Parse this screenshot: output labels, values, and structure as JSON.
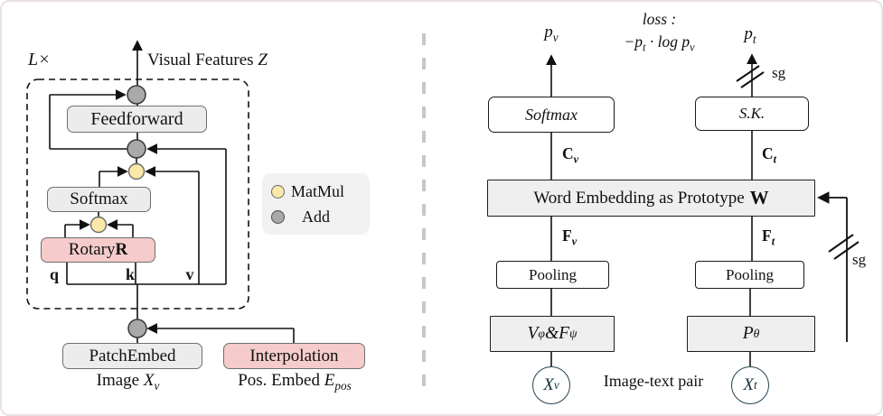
{
  "colors": {
    "box_gray_fill": "#ececec",
    "box_pink_fill": "#f5cbcb",
    "matmul_yellow": "#fbe7a7",
    "add_gray": "#a9a9a9",
    "io_circle_stroke": "#254450",
    "divider_gray": "#c7c7c7"
  },
  "left": {
    "loop_label": "L×",
    "output_label": {
      "text": "Visual Features ",
      "symbol": "Z"
    },
    "feedforward": "Feedforward",
    "softmax": "Softmax",
    "rotary": {
      "text": "Rotary ",
      "symbol": "R"
    },
    "q": "q",
    "k": "k",
    "v": "v",
    "patch_embed": "PatchEmbed",
    "interpolation": "Interpolation",
    "image_input": {
      "text": "Image ",
      "var": "X",
      "sub": "v"
    },
    "pos_embed": {
      "text": "Pos. Embed ",
      "var": "E",
      "sub": "pos"
    },
    "legend": {
      "matmul": "MatMul",
      "add": "Add"
    }
  },
  "right": {
    "p_v": {
      "base": "p",
      "sub": "v"
    },
    "p_t": {
      "base": "p",
      "sub": "t"
    },
    "loss": {
      "line1": "loss :",
      "neg": "−",
      "p1": "p",
      "p1_sub": "t",
      "mid": " · log ",
      "p2": "p",
      "p2_sub": "v"
    },
    "softmax_box": "Softmax",
    "sk_box": "S.K.",
    "sg_top": "sg",
    "sg_side": "sg",
    "c_v": {
      "base": "C",
      "sub": "v"
    },
    "c_t": {
      "base": "C",
      "sub": "t"
    },
    "w_box": {
      "text": "Word Embedding as Prototype ",
      "symbol": "W"
    },
    "f_v": {
      "base": "F",
      "sub": "v"
    },
    "f_t": {
      "base": "F",
      "sub": "t"
    },
    "pooling_v": "Pooling",
    "pooling_t": "Pooling",
    "encoder_box": {
      "v": "V",
      "v_sub": "φ",
      "amp": " & ",
      "f": "F",
      "f_sub": "ψ"
    },
    "text_encoder_box": {
      "base": "P",
      "sub": "θ"
    },
    "x_v": {
      "base": "X",
      "sub": "v"
    },
    "x_t": {
      "base": "X",
      "sub": "t"
    },
    "pair_label": "Image-text pair"
  }
}
